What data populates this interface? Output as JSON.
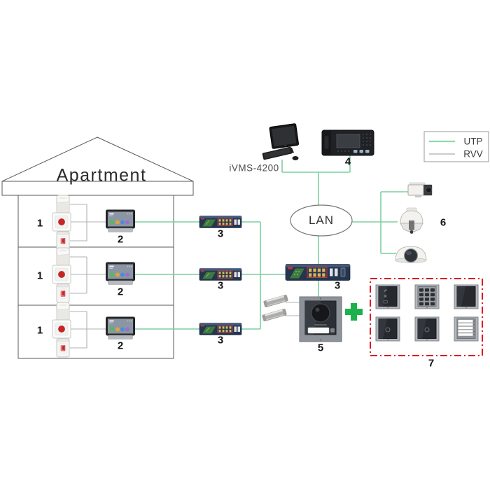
{
  "title": "Apartment",
  "legend": {
    "utp_label": "UTP",
    "rvv_label": "RVV"
  },
  "network": {
    "lan_label": "LAN",
    "software_label": "iVMS-4200"
  },
  "floors": [
    {
      "sensors_label": "1",
      "indoor_station_label": "2",
      "switch_label": "3"
    },
    {
      "sensors_label": "1",
      "indoor_station_label": "2",
      "switch_label": "3"
    },
    {
      "sensors_label": "1",
      "indoor_station_label": "2",
      "switch_label": "3"
    }
  ],
  "main_switch_label": "3",
  "master_station_label": "4",
  "door_station_label": "5",
  "cameras_label": "6",
  "modules_label": "7",
  "icons": {
    "motion-sensor-icon": "PIR detector",
    "panic-button-icon": "emergency button",
    "sounder-icon": "alarm sounder",
    "indoor-monitor-icon": "indoor station",
    "switch-icon": "PoE network switch",
    "computer-icon": "iVMS-4200 client PC",
    "master-station-icon": "master station",
    "box-camera-icon": "box camera",
    "ptz-camera-icon": "PTZ speed dome",
    "dome-camera-icon": "dome camera",
    "door-station-icon": "modular door station",
    "maglock-icon": "magnetic lock",
    "plus-icon": "plus",
    "module-icons": [
      "indicator module",
      "keypad module",
      "display module",
      "card reader module",
      "card reader module",
      "nametag module"
    ]
  },
  "colors": {
    "utp_line": "#7fcfa0",
    "rvv_line": "#b0b0b0",
    "outline": "#5a5a5a",
    "module_box_border": "#e0191f",
    "plus_green": "#1db14d",
    "alarm_red": "#cc2222",
    "switch_body": "#24354f"
  }
}
